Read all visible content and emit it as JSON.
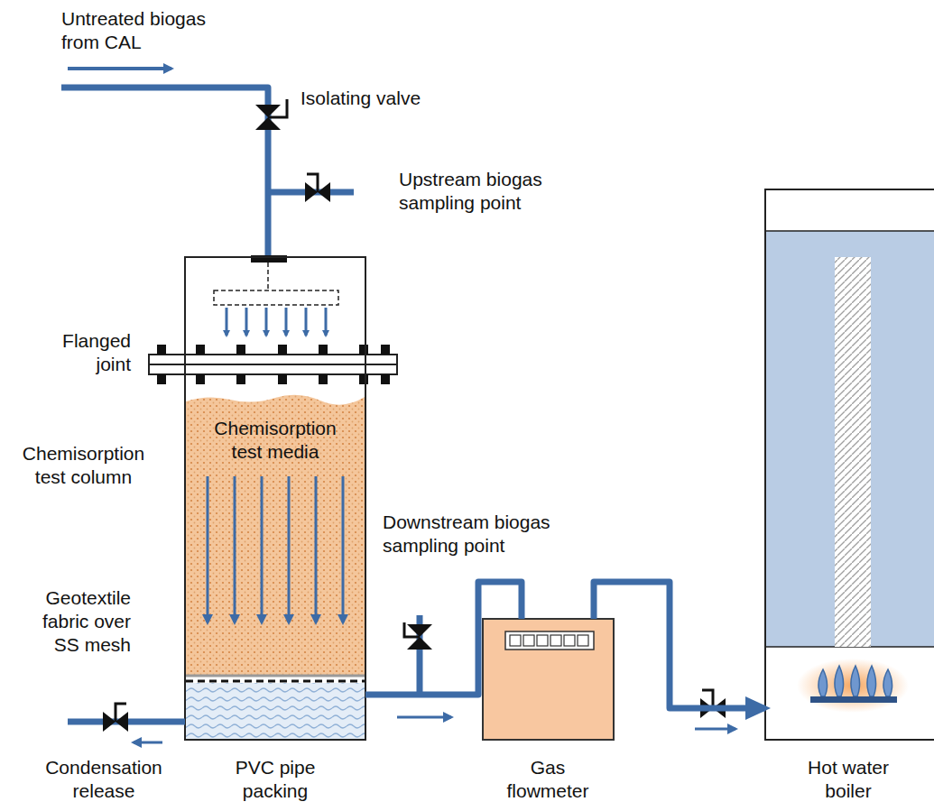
{
  "diagram": {
    "nodes": [
      {
        "text": [
          "Chemisorption test column"
        ]
      },
      {
        "text": [
          "Chemisorption test media"
        ],
        "in": 0
      },
      {
        "text": [
          "Gas flowmeter"
        ]
      },
      {
        "text": [
          "Hot water boiler"
        ]
      }
    ],
    "edges": [
      {
        "from": 0,
        "to": 2,
        "arrow": "none"
      },
      {
        "from": 2,
        "to": 3,
        "arrow": "to"
      }
    ],
    "labels": [
      "Untreated biogas from CAL",
      "Isolating valve",
      "Upstream biogas sampling point",
      "Flanged joint",
      "Geotextile fabric over SS mesh",
      "Downstream biogas sampling point",
      "Condensation release",
      "PVC pipe packing"
    ]
  }
}
